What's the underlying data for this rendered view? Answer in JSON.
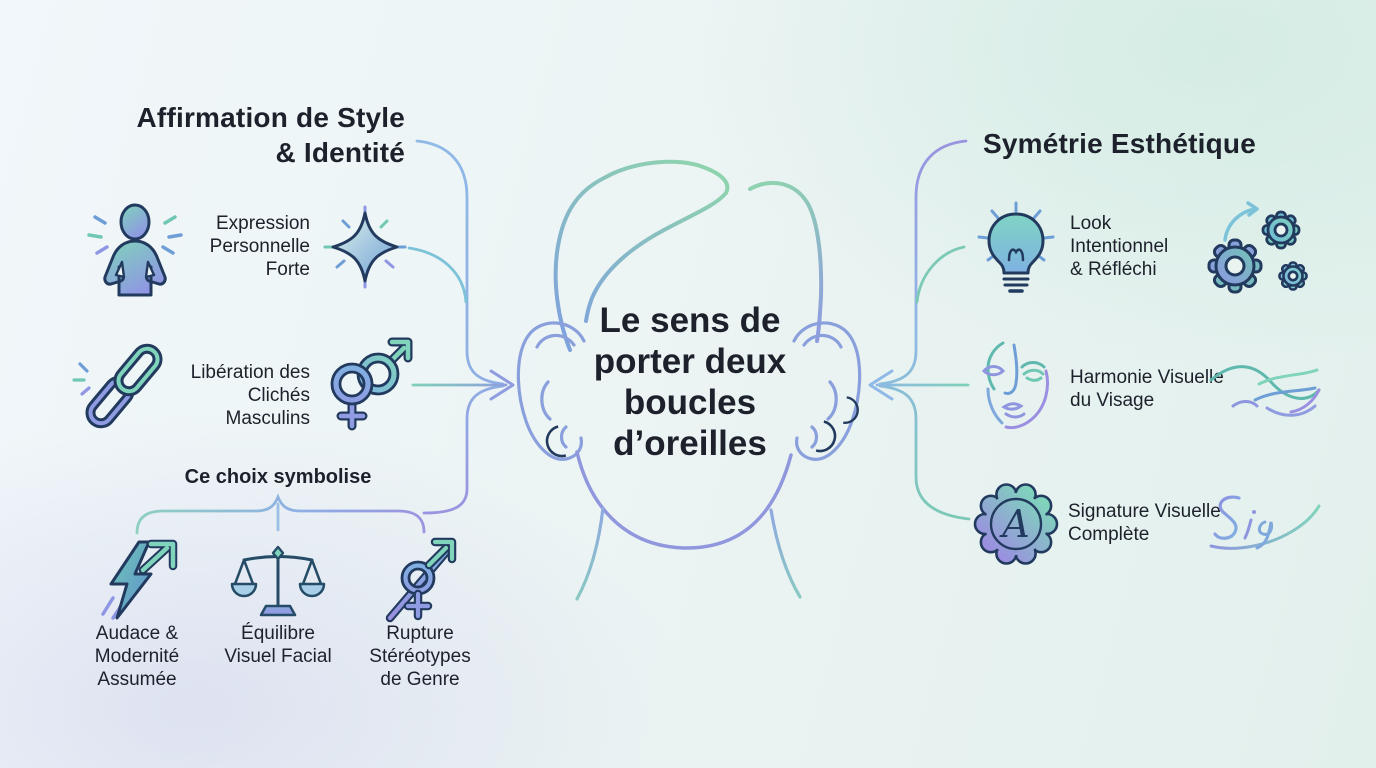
{
  "center": {
    "title_lines": [
      "Le sens de",
      "porter deux",
      "boucles",
      "d’oreilles"
    ]
  },
  "left_section": {
    "title_lines": [
      "Affirmation de Style",
      "& Identité"
    ],
    "items": [
      {
        "icon_left": "person-icon",
        "icon_right": "sparkle-icon",
        "label_lines": [
          "Expression",
          "Personnelle",
          "Forte"
        ]
      },
      {
        "icon_left": "broken-chain-icon",
        "icon_right": "gender-symbols-icon",
        "label_lines": [
          "Libération des",
          "Clichés Masculins"
        ]
      }
    ],
    "subsection": {
      "title": "Ce choix symbolise",
      "items": [
        {
          "icon": "lightning-arrow-icon",
          "label_lines": [
            "Audace &",
            "Modernité",
            "Assumée"
          ]
        },
        {
          "icon": "balance-scale-icon",
          "label_lines": [
            "Équilibre",
            "Visuel Facial"
          ]
        },
        {
          "icon": "gender-rupture-icon",
          "label_lines": [
            "Rupture",
            "Stéréotypes",
            "de Genre"
          ]
        }
      ]
    }
  },
  "right_section": {
    "title": "Symétrie Esthétique",
    "items": [
      {
        "icon_left": "lightbulb-icon",
        "icon_right": "gears-icon",
        "label_lines": [
          "Look",
          "Intentionnel",
          "& Réfléchi"
        ]
      },
      {
        "icon_left": "face-icon",
        "icon_right": "waves-icon",
        "label_lines": [
          "Harmonie Visuelle",
          "du Visage"
        ]
      },
      {
        "icon_left": "seal-icon",
        "icon_right": "signature-icon",
        "label_lines": [
          "Signature Visuelle",
          "Complète"
        ]
      }
    ]
  },
  "seal_letter": "A",
  "palette": {
    "text": "#1d212b",
    "outline_navy": "#223a5e",
    "teal": "#6fc7b4",
    "green": "#8ed3ae",
    "blue": "#7fb2e2",
    "periwinkle": "#8f96e3",
    "line_blue": "#8fb9e6"
  }
}
